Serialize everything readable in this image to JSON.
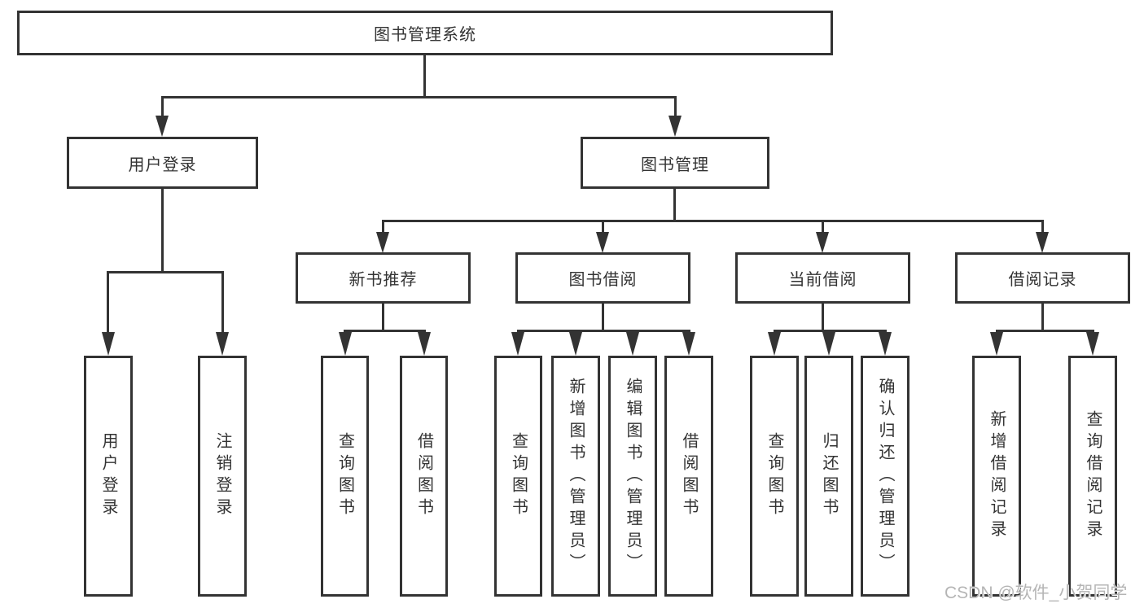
{
  "tree": {
    "root": {
      "label": "图书管理系统",
      "children": [
        {
          "label": "用户登录",
          "children": [
            {
              "label": "用户登录"
            },
            {
              "label": "注销登录"
            }
          ]
        },
        {
          "label": "图书管理",
          "children": [
            {
              "label": "新书推荐",
              "children": [
                {
                  "label": "查询图书"
                },
                {
                  "label": "借阅图书"
                }
              ]
            },
            {
              "label": "图书借阅",
              "children": [
                {
                  "label": "查询图书"
                },
                {
                  "label": "新增图书（管理员）"
                },
                {
                  "label": "编辑图书（管理员）"
                },
                {
                  "label": "借阅图书"
                }
              ]
            },
            {
              "label": "当前借阅",
              "children": [
                {
                  "label": "查询图书"
                },
                {
                  "label": "归还图书"
                },
                {
                  "label": "确认归还（管理员）"
                }
              ]
            },
            {
              "label": "借阅记录",
              "children": [
                {
                  "label": "新增借阅记录"
                },
                {
                  "label": "查询借阅记录"
                }
              ]
            }
          ]
        }
      ]
    }
  },
  "watermark": {
    "text": "CSDN @软件_小贺同学"
  },
  "colors": {
    "line": "#333333",
    "box_border": "#333333",
    "text": "#333333",
    "watermark": "#b5b5b5",
    "background": "#ffffff"
  }
}
